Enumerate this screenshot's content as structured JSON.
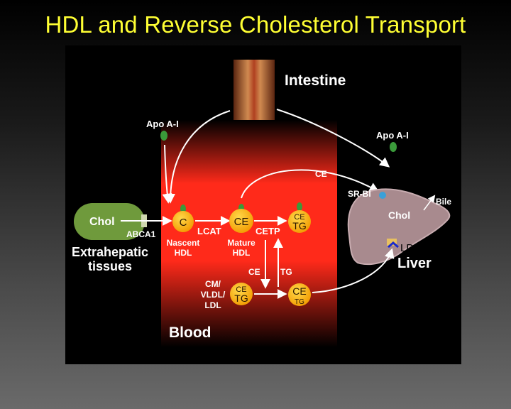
{
  "title": "HDL and Reverse Cholesterol Transport",
  "labels": {
    "intestine": "Intestine",
    "apoai_left": "Apo A-I",
    "apoai_right": "Apo A-I",
    "ce_top": "CE",
    "srbi": "SR-BI",
    "bile": "Bile",
    "chol_liver": "Chol",
    "chol_tissue": "Chol",
    "abca1": "ABCA1",
    "extrahepatic_1": "Extrahepatic",
    "extrahepatic_2": "tissues",
    "c": "C",
    "lcat": "LCAT",
    "ce_mature": "CE",
    "cetp": "CETP",
    "ce_cetp": "CE",
    "tg_cetp": "TG",
    "nascent_1": "Nascent",
    "nascent_2": "HDL",
    "mature_1": "Mature",
    "mature_2": "HDL",
    "ce_down": "CE",
    "tg_up": "TG",
    "cm_1": "CM/",
    "cm_2": "VLDL/",
    "cm_3": "LDL",
    "ce_p1": "CE",
    "tg_p1": "TG",
    "ce_p2": "CE",
    "tg_p2": "TG",
    "blood": "Blood",
    "ldlr": "LDL-R",
    "liver": "Liver"
  },
  "colors": {
    "title": "#ffff33",
    "particle": "#ffbb00",
    "particle_text": "#2a1800",
    "apo": "#3a9a3a",
    "chol_tissue": "#6f9a3c",
    "liver": "#a88a8e",
    "blood": "#ff2a1a",
    "srbi": "#3aa0d8",
    "ldlr": "#1a2acc"
  }
}
